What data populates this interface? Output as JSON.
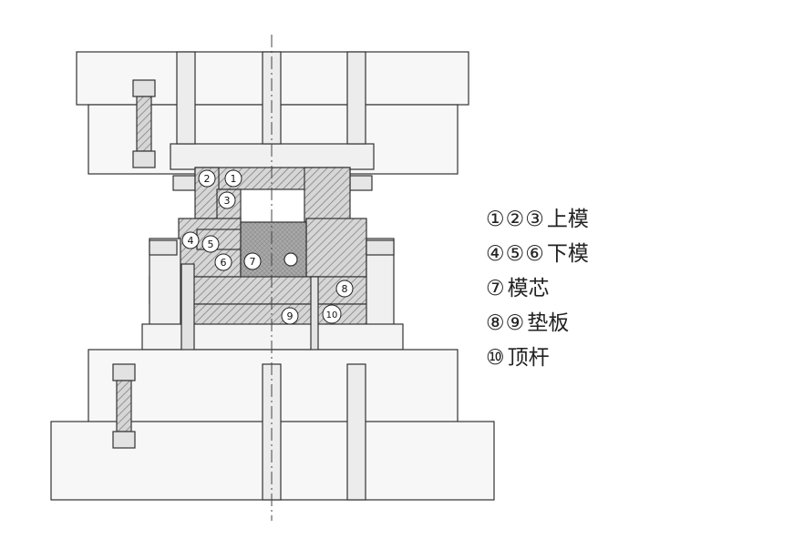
{
  "diagram": {
    "callouts": [
      {
        "id": "1",
        "glyph": "①"
      },
      {
        "id": "2",
        "glyph": "②"
      },
      {
        "id": "3",
        "glyph": "③"
      },
      {
        "id": "4",
        "glyph": "④"
      },
      {
        "id": "5",
        "glyph": "⑤"
      },
      {
        "id": "6",
        "glyph": "⑥"
      },
      {
        "id": "7",
        "glyph": "⑦"
      },
      {
        "id": "8",
        "glyph": "⑧"
      },
      {
        "id": "9",
        "glyph": "⑨"
      },
      {
        "id": "10",
        "glyph": "⑩"
      }
    ],
    "legend": [
      {
        "numbers": "①②③",
        "label": "上模"
      },
      {
        "numbers": "④⑤⑥",
        "label": "下模"
      },
      {
        "numbers": "⑦",
        "label": "模芯"
      },
      {
        "numbers": "⑧⑨",
        "label": "垫板"
      },
      {
        "numbers": "⑩",
        "label": "顶杆"
      }
    ],
    "colors": {
      "line": "#333333",
      "hatch_fill": "#cfcfcf",
      "core_fill": "#b0b0b0",
      "plate_fill": "#f4f4f4"
    }
  }
}
